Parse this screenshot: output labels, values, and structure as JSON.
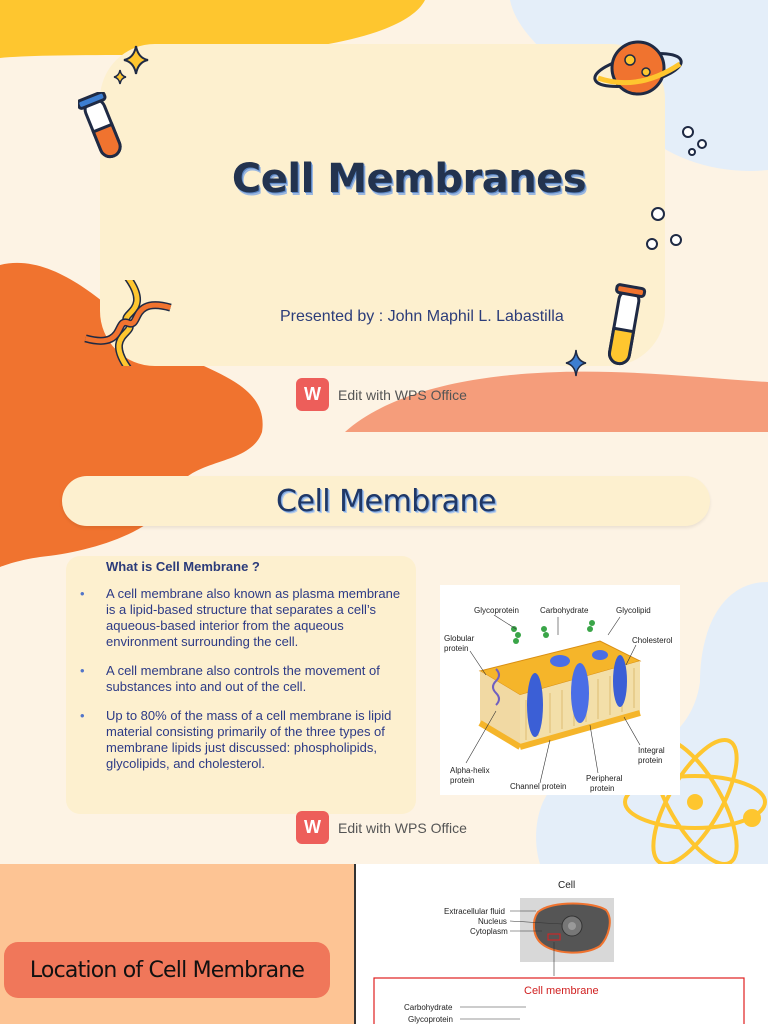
{
  "slide1": {
    "title": "Cell Membranes",
    "presenter": "Presented by :  John Maphil L. Labastilla"
  },
  "watermark": {
    "logo": "W",
    "text": "Edit with WPS Office"
  },
  "slide2": {
    "title": "Cell Membrane",
    "question": "What is Cell Membrane ?",
    "bullets": [
      "A cell membrane also known as plasma membrane is a lipid-based structure that separates a cell’s aqueous-based interior from the aqueous environment surrounding the cell.",
      "A cell membrane also controls the movement of substances into and out of the cell.",
      "Up to 80% of the mass of a cell membrane is lipid material consisting primarily of the three types of membrane lipids just discussed: phospholipids, glycolipids, and cholesterol."
    ],
    "diagram_labels": {
      "glycoprotein": "Glycoprotein",
      "carbohydrate": "Carbohydrate",
      "glycolipid": "Glycolipid",
      "globular_1": "Globular",
      "globular_2": "protein",
      "cholesterol": "Cholesterol",
      "integral_1": "Integral",
      "integral_2": "protein",
      "alpha_1": "Alpha-helix",
      "alpha_2": "protein",
      "channel": "Channel protein",
      "peripheral_1": "Peripheral",
      "peripheral_2": "protein"
    }
  },
  "slide3": {
    "title": "Location of Cell Membrane",
    "diagram_labels": {
      "cell": "Cell",
      "extracellular": "Extracellular fluid",
      "nucleus": "Nucleus",
      "cytoplasm": "Cytoplasm",
      "cell_membrane": "Cell membrane",
      "carbohydrate": "Carbohydrate",
      "glycoprotein": "Glycoprotein"
    }
  },
  "colors": {
    "background": "#fdf3e4",
    "card": "#fdf0cf",
    "title_text": "#23334f",
    "orange": "#f0732f",
    "salmon": "#f59d7b",
    "yellow": "#fec62f",
    "light_blue": "#e4eef9",
    "peach": "#fdc494",
    "coral": "#f0775a",
    "wps_red": "#ed5e5a"
  },
  "icons": [
    "test-tube-icon",
    "sparkle-icon",
    "planet-icon",
    "dna-icon",
    "bubbles-icon",
    "atom-icon"
  ]
}
